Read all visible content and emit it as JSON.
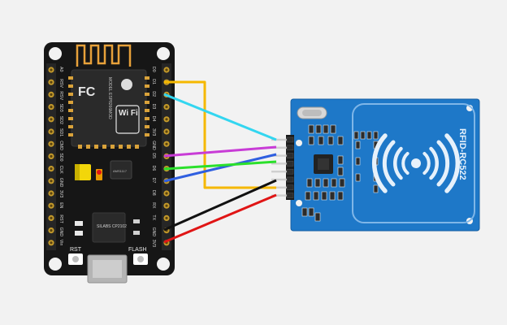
{
  "nodemcu": {
    "right_pins": [
      "D0",
      "D1",
      "D2",
      "D3",
      "D4",
      "3V3",
      "GND",
      "D5",
      "D6",
      "D7",
      "D8",
      "RX",
      "TX",
      "GND",
      "3V3"
    ],
    "left_pins": [
      "A0",
      "RSV",
      "RSV",
      "SD3",
      "SD2",
      "SD1",
      "CMD",
      "SD0",
      "CLK",
      "GND",
      "3V3",
      "EN",
      "RST",
      "GND",
      "Vin"
    ],
    "button_rst": "RST",
    "button_flash": "FLASH",
    "wifi_text": "Wi Fi",
    "fc_text": "FC",
    "module_text": "MODEL ESP8266MOD",
    "regulator_text": "AMS1117",
    "chip_text": "SILABS CP2102"
  },
  "rfid": {
    "label": "RFID-RC522"
  },
  "wires": [
    {
      "name": "yellow",
      "color": "#f5b800"
    },
    {
      "name": "cyan",
      "color": "#33d6f0"
    },
    {
      "name": "magenta",
      "color": "#c83cd6"
    },
    {
      "name": "blue",
      "color": "#2f5fe0"
    },
    {
      "name": "green",
      "color": "#2be02b"
    },
    {
      "name": "black",
      "color": "#111111"
    },
    {
      "name": "red",
      "color": "#e01515"
    }
  ]
}
